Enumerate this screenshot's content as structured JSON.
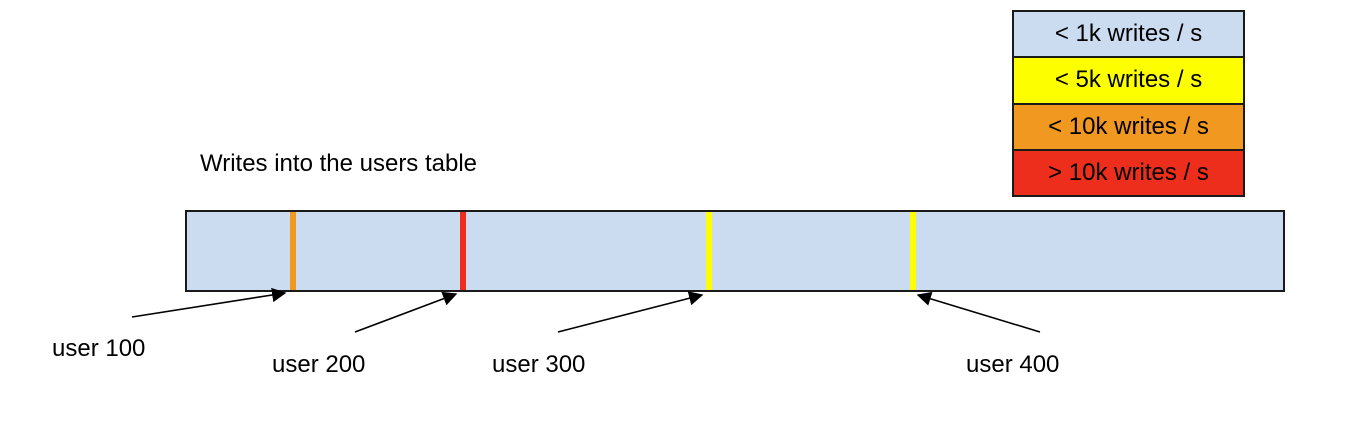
{
  "title": "Writes into the users table",
  "legend": {
    "items": [
      {
        "label": "< 1k writes / s",
        "color": "#ccdcf0"
      },
      {
        "label": "< 5k writes / s",
        "color": "#fdff00"
      },
      {
        "label": "< 10k writes / s",
        "color": "#f0981f"
      },
      {
        "label": "> 10k writes / s",
        "color": "#ed2e1c"
      }
    ]
  },
  "bar": {
    "fill": "#ccdcf0",
    "markers": [
      {
        "user": "user 100",
        "rate": "< 10k writes / s",
        "color": "#f0981f",
        "x_pct": "9.7%"
      },
      {
        "user": "user 200",
        "rate": "> 10k writes / s",
        "color": "#ed2e1c",
        "x_pct": "25.2%"
      },
      {
        "user": "user 300",
        "rate": "< 5k writes / s",
        "color": "#fdff00",
        "x_pct": "47.6%"
      },
      {
        "user": "user 400",
        "rate": "< 5k writes / s",
        "color": "#fdff00",
        "x_pct": "66.2%"
      }
    ]
  }
}
